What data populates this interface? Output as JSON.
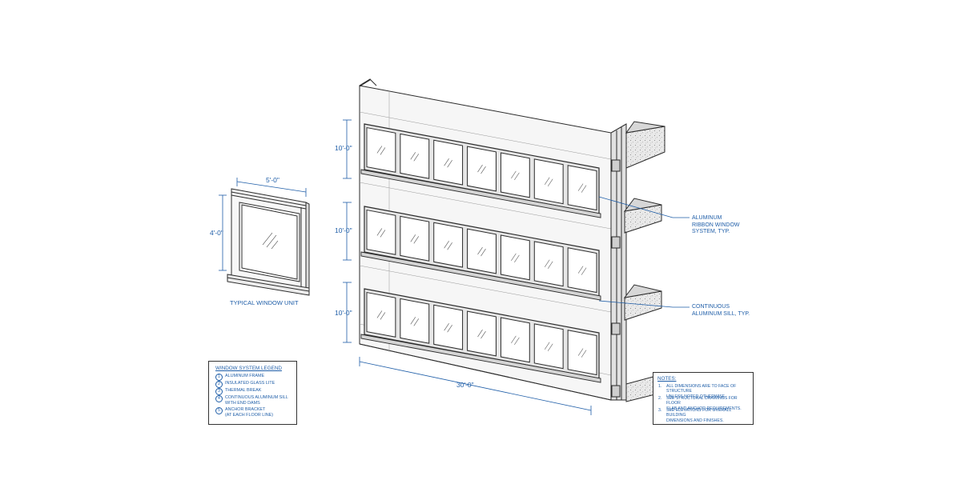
{
  "diagram": {
    "dimensions": {
      "floor_1": "10'-0\"",
      "floor_2": "10'-0\"",
      "floor_3": "10'-0\"",
      "overall_width": "30'-0\"",
      "unit_width": "5'-0\"",
      "unit_height": "4'-0\""
    },
    "unit_caption": "TYPICAL WINDOW UNIT",
    "callouts": {
      "ribbon": "ALUMINUM\nRIBBON WINDOW\nSYSTEM, TYP.",
      "sill": "CONTINUOUS\nALUMINUM SILL, TYP."
    },
    "legend": {
      "title": "WINDOW SYSTEM LEGEND",
      "items": [
        {
          "num": "1",
          "text": "ALUMINUM FRAME"
        },
        {
          "num": "2",
          "text": "INSULATED GLASS LITE"
        },
        {
          "num": "3",
          "text": "THERMAL BREAK"
        },
        {
          "num": "4",
          "text": "CONTINUOUS ALUMINUM SILL\nWITH END DAMS"
        },
        {
          "num": "5",
          "text": "ANCHOR BRACKET\n(AT EACH FLOOR LINE)"
        }
      ]
    },
    "notes": {
      "title": "NOTES:",
      "items": [
        {
          "num": "1.",
          "text": "ALL DIMENSIONS ARE TO FACE OF STRUCTURE\nUNLESS NOTED OTHERWISE."
        },
        {
          "num": "2.",
          "text": "SEE STRUCTURAL DRAWINGS FOR FLOOR\nSLAB AND ANCHOR REQUIREMENTS."
        },
        {
          "num": "3.",
          "text": "SEE ELEVATIONS FOR OVERALL BUILDING\nDIMENSIONS AND FINISHES."
        }
      ]
    },
    "colors": {
      "linework": "#2b2b2b",
      "annotation": "#1f5ea8",
      "slab_fill": "#e9e9e9"
    },
    "glazing": {
      "panes_per_floor": 7,
      "floors": 3
    }
  }
}
